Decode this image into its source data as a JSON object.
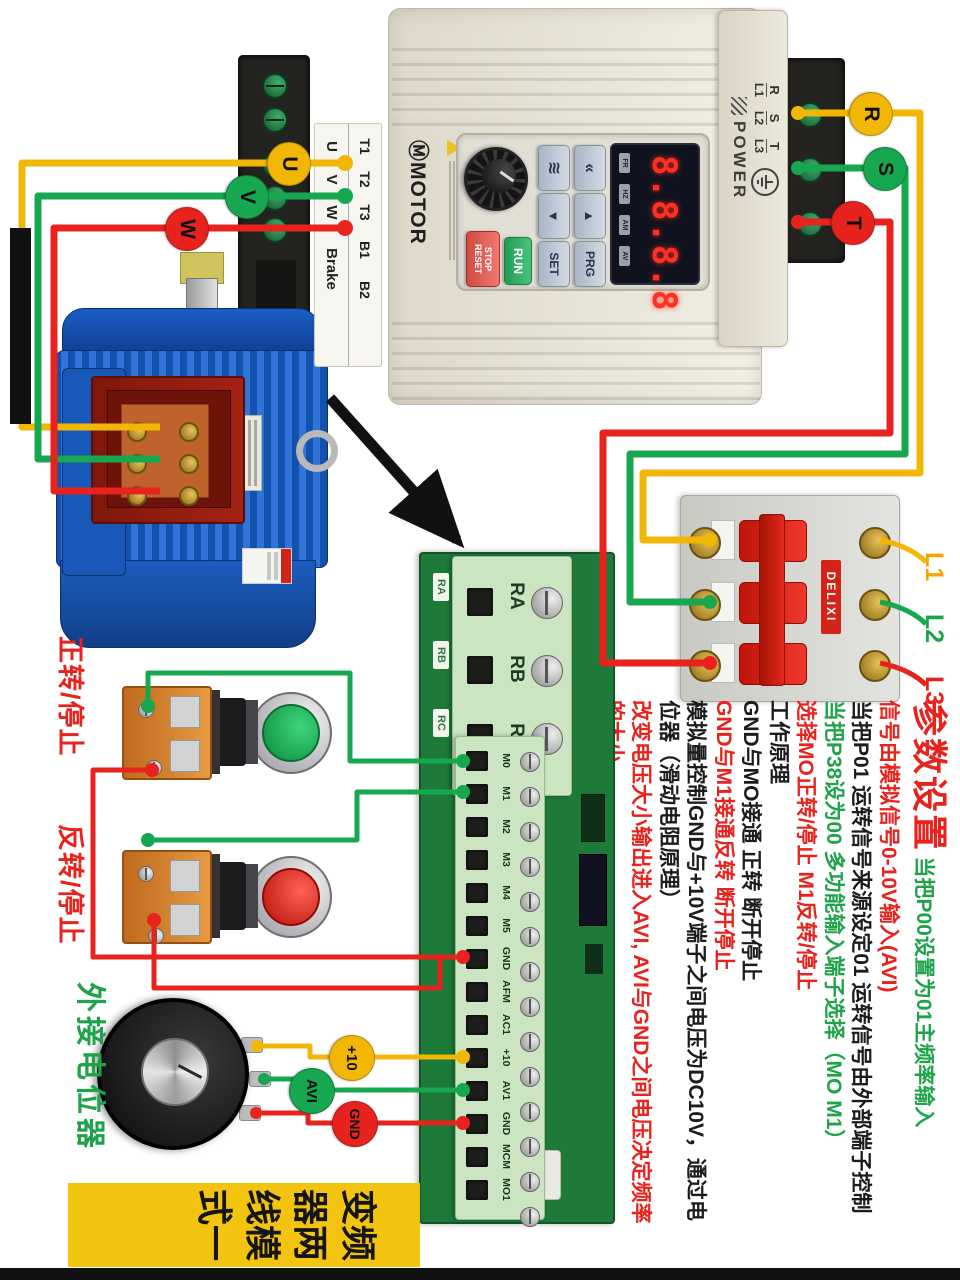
{
  "colors": {
    "wire_yellow": "#f2b705",
    "wire_green": "#17a751",
    "wire_red": "#e8231e",
    "accent_red": "#e8231e",
    "accent_green": "#1fa34a",
    "pcb_green": "#1d7a38",
    "mode_box_yellow": "#f2c40f"
  },
  "vfd": {
    "brand_icon": "Ⓜ",
    "brand": "MOTOR",
    "display": {
      "value": "8.8.8.8",
      "indicators": [
        "FR",
        "HZ",
        "AM",
        "AV"
      ]
    },
    "keys": {
      "shift": "«",
      "up": "▲",
      "prg": "PRG",
      "mode": "≋",
      "down": "▼",
      "set": "SET",
      "run": "RUN",
      "stop_line1": "STOP",
      "stop_line2": "RESET"
    },
    "motor_terminal_row_top": [
      "T1",
      "T2",
      "T3",
      "B1",
      "B2"
    ],
    "motor_terminal_row_bottom": [
      "U",
      "V",
      "W",
      "Brake"
    ],
    "power_row_top": [
      "R",
      "S",
      "T"
    ],
    "power_row_bottom": [
      "L1",
      "L2",
      "L3"
    ],
    "power_label": "POWER"
  },
  "badges": {
    "u": "U",
    "v": "V",
    "w": "W",
    "r": "R",
    "s": "S",
    "t": "T",
    "plus10": "+10",
    "avi": "AVI",
    "gnd": "GND"
  },
  "breaker": {
    "brand": "DELIXI",
    "lines": [
      "L1",
      "L2",
      "L3"
    ]
  },
  "board": {
    "relay_terminals": [
      "RA",
      "RB",
      "RC"
    ],
    "control_terminals": [
      "M0",
      "M1",
      "M2",
      "M3",
      "M4",
      "M5",
      "GND",
      "AFM",
      "AC1",
      "+10",
      "AV1",
      "GND",
      "MCM",
      "MO1"
    ]
  },
  "buttons": {
    "forward_label": "正转/停止",
    "reverse_label": "反转/停止"
  },
  "potentiometer": {
    "label": "外接电位器"
  },
  "mode_box": {
    "lines": [
      "变频",
      "器两",
      "线模",
      "式一"
    ]
  },
  "params": {
    "title": "参数设置",
    "title_suffix": "当把P00设置为01主频率输入",
    "lines": [
      {
        "text": "信号由模拟信号0-10V输入(AVI)",
        "tone": "red"
      },
      {
        "text": "当把P01 运转信号来源设定01 运转信号由外部端子控制",
        "tone": "black"
      },
      {
        "text": "当把P38设为00 多功能输入端子选择（MO M1）",
        "tone": "green"
      },
      {
        "text": "选择MO正转/停止 M1反转/停止",
        "tone": "red"
      },
      {
        "text": "工作原理",
        "tone": "black"
      },
      {
        "text": "GND与MO接通 正转 断开停止",
        "tone": "black"
      },
      {
        "text": "GND与M1接通反转 断开停止",
        "tone": "red"
      },
      {
        "text": "模拟量控制GND与+10V端子之间电压为DC10V，通过电",
        "tone": "black"
      },
      {
        "text": "位器（滑动电阻原理）",
        "tone": "black"
      },
      {
        "text": "改变电压大小输出进入AVI, AVI与GND之间电压决定频率",
        "tone": "red"
      },
      {
        "text": "的大小",
        "tone": "red"
      }
    ]
  }
}
